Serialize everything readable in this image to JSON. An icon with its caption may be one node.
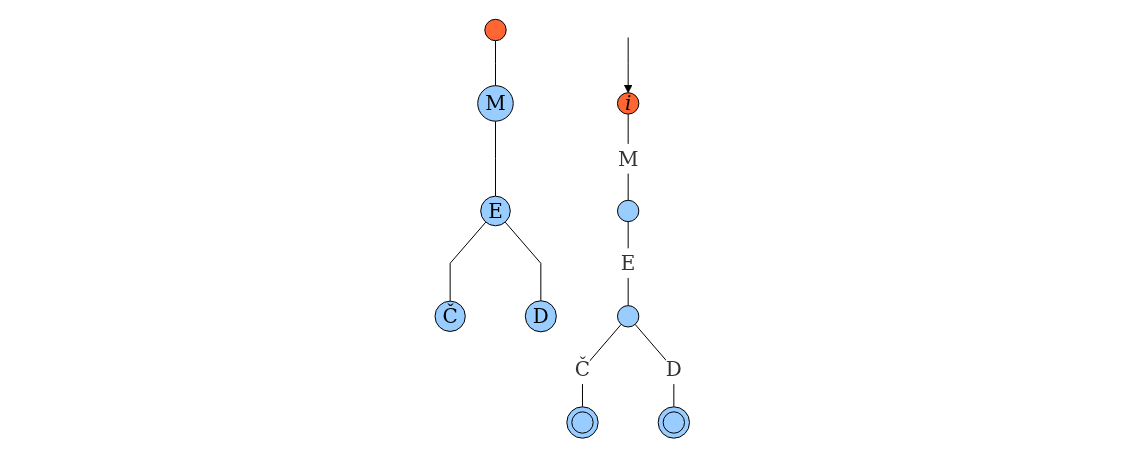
{
  "diagram": {
    "nodes": [
      {
        "text": [],
        "shape": "circle"
      },
      {
        "text": [
          "M"
        ]
      },
      {
        "text": [
          "E"
        ]
      },
      {
        "text": [
          "Č"
        ]
      },
      {
        "text": [
          "D"
        ]
      },
      {
        "text": [
          "i"
        ]
      },
      {
        "text": [],
        "shape": "circle"
      },
      {
        "text": [],
        "shape": "circle"
      },
      {
        "text": [],
        "shape": "doublecircle"
      },
      {
        "text": [],
        "shape": "doublecircle"
      }
    ],
    "edges": [
      {
        "from": 0,
        "to": 1,
        "arrow": "none"
      },
      {
        "from": 1,
        "to": 2,
        "arrow": "none"
      },
      {
        "from": 2,
        "to": 3,
        "arrow": "none"
      },
      {
        "from": 2,
        "to": 4,
        "arrow": "none"
      },
      {
        "from": null,
        "to": 5,
        "arrow": "to"
      },
      {
        "from": 5,
        "to": 6,
        "label": "M",
        "arrow": "none"
      },
      {
        "from": 6,
        "to": 7,
        "label": "E",
        "arrow": "none"
      },
      {
        "from": 7,
        "to": 8,
        "label": "Č",
        "arrow": "none"
      },
      {
        "from": 7,
        "to": 9,
        "label": "D",
        "arrow": "none"
      }
    ]
  }
}
